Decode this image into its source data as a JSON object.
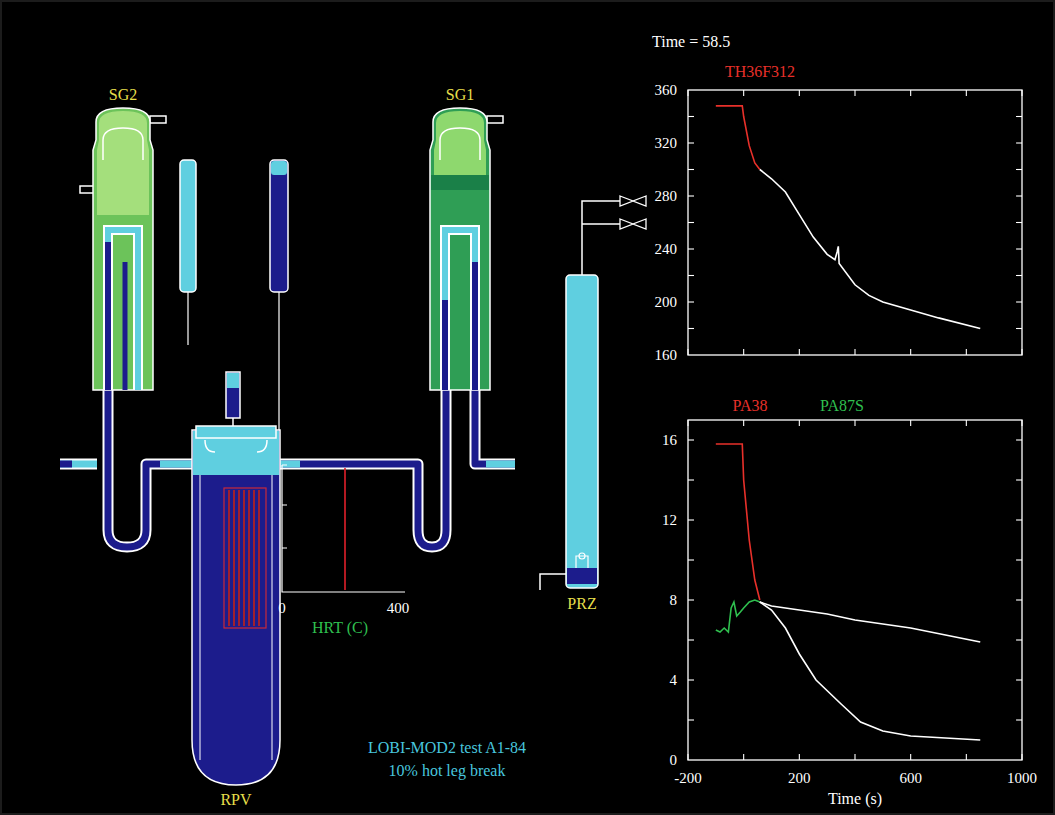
{
  "diagram": {
    "labels": [
      "SG2",
      "SG1",
      "PRZ",
      "RPV",
      "0",
      "400",
      "HRT (C)",
      "LOBI-MOD2 test A1-84",
      "10% hot leg break",
      "Time = 58.5",
      "TH36F312",
      "360",
      "320",
      "280",
      "240",
      "200",
      "160",
      "PA38",
      "PA87S",
      "16",
      "12",
      "8",
      "4",
      "0",
      "-200",
      "200",
      "600",
      "1000",
      "Time (s)"
    ]
  }
}
